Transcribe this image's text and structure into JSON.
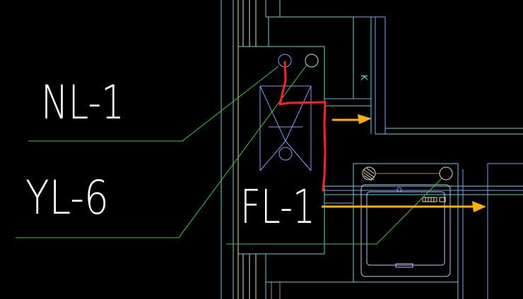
{
  "labels": {
    "nl": "NL-1",
    "yl": "YL-6",
    "fl": "FL-1",
    "k": "K"
  },
  "colors": {
    "background": "#000000",
    "label_text": "#ffffff",
    "leader_line": "#33cc33",
    "wall_line": "#5fd3d3",
    "wall_line_light": "#e8e0b0",
    "structure_line": "#7aa0ff",
    "pipe_redline": "#ff2020",
    "flow_arrow": "#ffb000",
    "brown_line": "#c08060",
    "fixture_line": "#b8c8ff"
  },
  "icons": [
    "flow-arrow-icon",
    "pipe-circle-icon",
    "floor-drain-icon"
  ]
}
